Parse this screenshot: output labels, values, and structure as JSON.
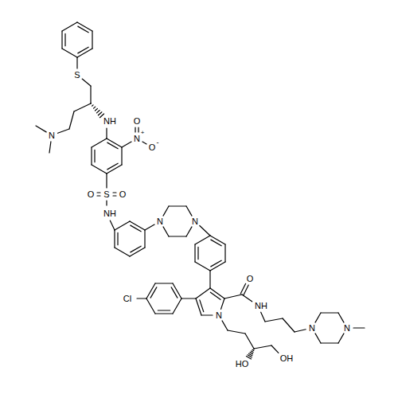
{
  "diagram": {
    "labels": [
      "S",
      "N",
      "NH",
      "N",
      "+",
      "O",
      "O",
      "-",
      "O",
      "S",
      "O",
      "NH",
      "N",
      "N",
      "Cl",
      "O",
      "NH",
      "N",
      "N",
      "N",
      "HO",
      "OH"
    ]
  }
}
